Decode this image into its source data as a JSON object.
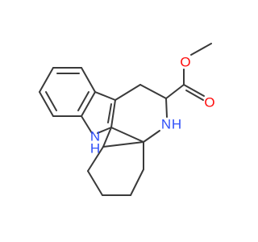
{
  "molecule": {
    "atoms": {
      "ester_oxygen": {
        "label": "O",
        "color": "#ff0d0d"
      },
      "carbonyl_oxygen": {
        "label": "O",
        "color": "#ff0d0d"
      },
      "ring_nitrogen": {
        "label": "N",
        "color": "#3050f8"
      },
      "ring_nitrogen_h": {
        "label": "H",
        "color": "#3050f8"
      },
      "indole_nitrogen": {
        "label": "N",
        "color": "#3050f8"
      },
      "indole_nitrogen_h": {
        "label": "H",
        "color": "#3050f8"
      }
    },
    "bond_color": "#3a3a3a",
    "background": "#ffffff"
  }
}
